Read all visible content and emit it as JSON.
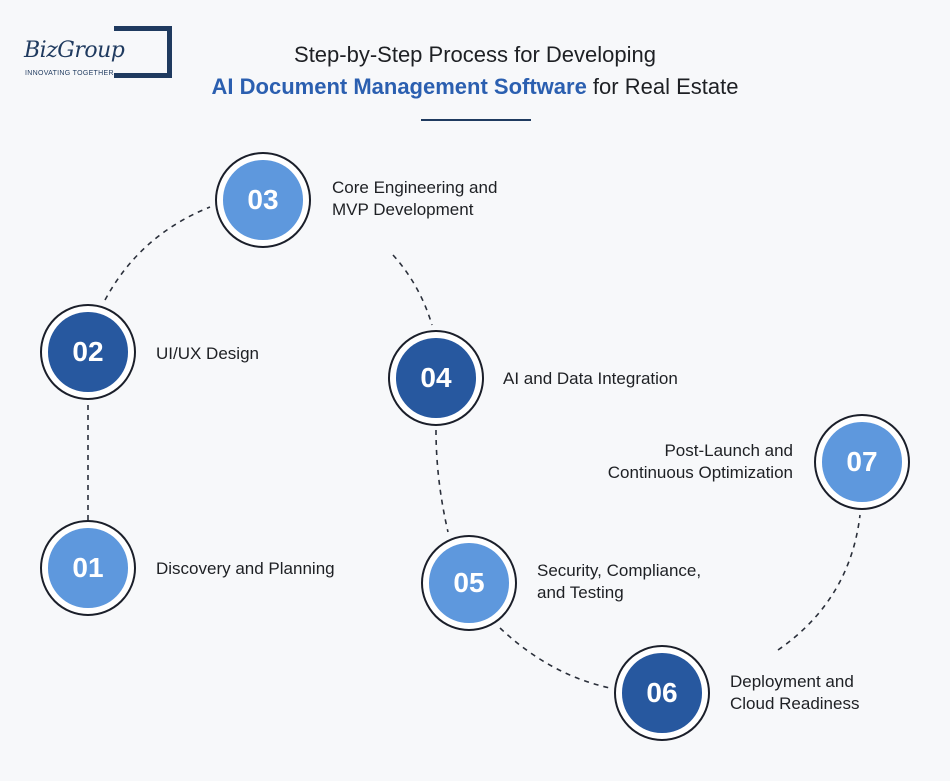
{
  "logo": {
    "name": "BizGroup",
    "tagline": "INNOVATING TOGETHER"
  },
  "header": {
    "line1": "Step-by-Step Process for Developing",
    "line2_accent": "AI Document Management Software",
    "line2_rest": " for Real Estate"
  },
  "colors": {
    "light_step": "#5e98dd",
    "dark_step": "#27589f",
    "accent": "#2b5fb0"
  },
  "steps": [
    {
      "number": "01",
      "lines": [
        "Discovery and Planning"
      ]
    },
    {
      "number": "02",
      "lines": [
        "UI/UX Design"
      ]
    },
    {
      "number": "03",
      "lines": [
        "Core Engineering and",
        "MVP Development"
      ]
    },
    {
      "number": "04",
      "lines": [
        "AI and Data Integration"
      ]
    },
    {
      "number": "05",
      "lines": [
        "Security, Compliance,",
        "and Testing"
      ]
    },
    {
      "number": "06",
      "lines": [
        "Deployment and",
        "Cloud Readiness"
      ]
    },
    {
      "number": "07",
      "lines": [
        "Post-Launch and",
        "Continuous Optimization"
      ]
    }
  ]
}
